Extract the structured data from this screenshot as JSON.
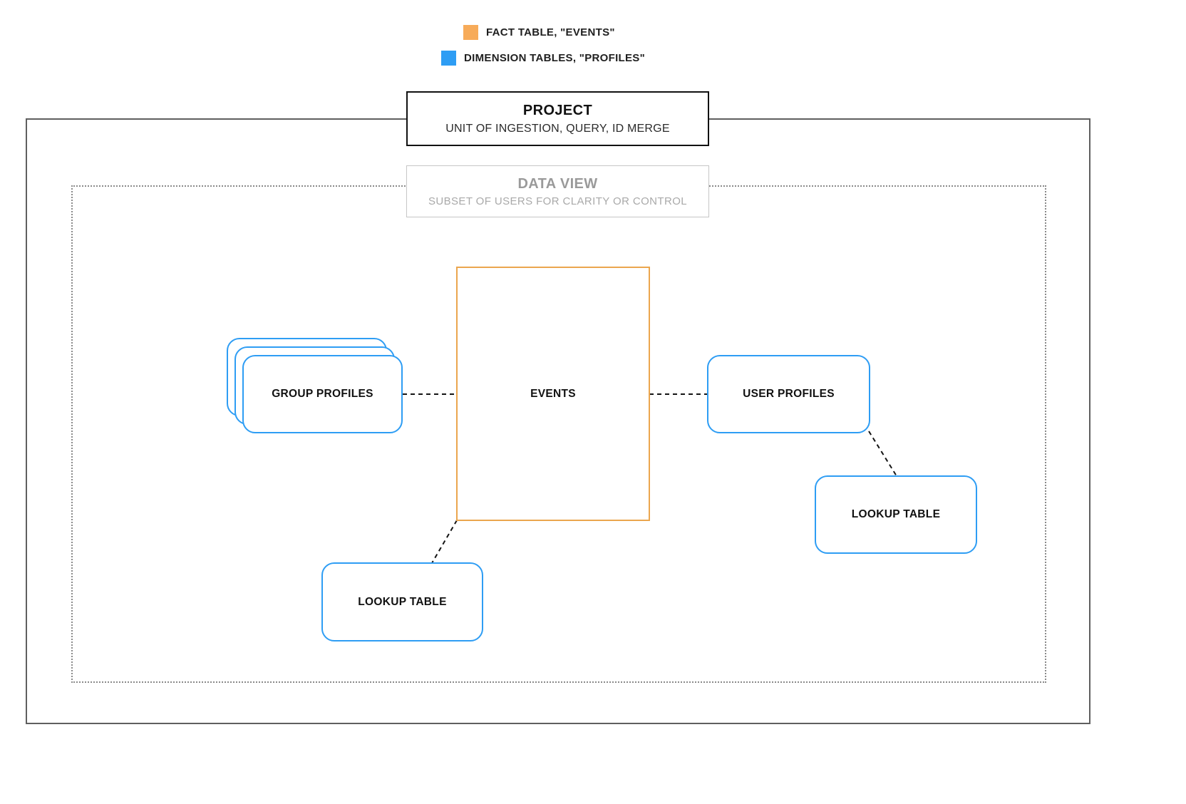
{
  "legend": {
    "items": [
      {
        "name": "fact",
        "label": "FACT TABLE, \"EVENTS\"",
        "color": "#F7AB59"
      },
      {
        "name": "dimension",
        "label": "DIMENSION TABLES, \"PROFILES\"",
        "color": "#2E9DF4"
      }
    ]
  },
  "project_box": {
    "title": "PROJECT",
    "subtitle": "UNIT OF INGESTION, QUERY, ID MERGE"
  },
  "data_view_box": {
    "title": "DATA VIEW",
    "subtitle": "SUBSET OF USERS FOR CLARITY OR CONTROL"
  },
  "nodes": {
    "events": {
      "label": "EVENTS",
      "type": "fact"
    },
    "group_profiles": {
      "label": "GROUP PROFILES",
      "type": "dimension"
    },
    "user_profiles": {
      "label": "USER PROFILES",
      "type": "dimension"
    },
    "lookup_table_right": {
      "label": "LOOKUP TABLE",
      "type": "dimension"
    },
    "lookup_table_bottom": {
      "label": "LOOKUP TABLE",
      "type": "dimension"
    }
  },
  "edges": [
    {
      "from": "group_profiles",
      "to": "events",
      "style": "dashed"
    },
    {
      "from": "events",
      "to": "user_profiles",
      "style": "dashed"
    },
    {
      "from": "user_profiles",
      "to": "lookup_table_right",
      "style": "dashed"
    },
    {
      "from": "events",
      "to": "lookup_table_bottom",
      "style": "dashed"
    }
  ],
  "colors": {
    "fact_accent": "#F7AB59",
    "dimension_accent": "#2E9DF4"
  }
}
